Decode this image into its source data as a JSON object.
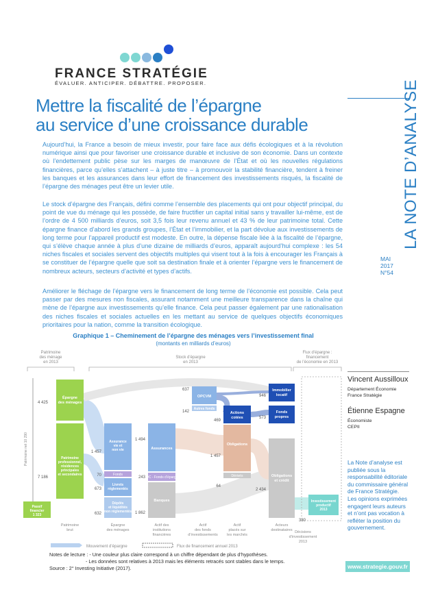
{
  "header": {
    "brand": "FRANCE STRATÉGIE",
    "tagline": "ÉVALUER. ANTICIPER. DÉBATTRE. PROPOSER."
  },
  "title": {
    "line1": "Mettre la fiscalité de l’épargne",
    "line2": "au service d’une croissance durable"
  },
  "body": {
    "p1": "Aujourd’hui, la France a besoin de mieux investir, pour faire face aux défis écologiques et à la révolution numérique ainsi que pour favoriser une croissance durable et inclusive de son économie. Dans un contexte où l’endettement public pèse sur les marges de manœuvre de l’État et où les nouvelles régulations financières, parce qu’elles s’attachent – à juste titre – à promouvoir la stabilité financière, tendent à freiner les banques et les assurances dans leur effort de financement des investissements risqués, la fiscalité de l’épargne des ménages peut être un levier utile.",
    "p2": "Le stock d’épargne des Français, défini comme l’ensemble des placements qui ont pour objectif principal, du point de vue du ménage qui les possède, de faire fructifier un capital initial sans y travailler lui-même, est de l’ordre de 4 500 milliards d’euros, soit 3,5 fois leur revenu annuel et 43 % de leur patrimoine total. Cette épargne finance d’abord les grands groupes, l’État et l’immobilier, et la part dévolue aux investissements de long terme pour l’appareil productif est modeste. En outre, la dépense fiscale liée à la fiscalité de l’épargne, qui s’élève chaque année à plus d’une dizaine de milliards d’euros, apparaît aujourd’hui complexe : les 54 niches fiscales et sociales servent des objectifs multiples qui visent tout à la fois à encourager les Français à se constituer de l’épargne quelle que soit sa destination finale et à orienter l’épargne vers le financement de nombreux acteurs, secteurs d’activité et types d’actifs.",
    "p3": "Améliorer le fléchage de l’épargne vers le financement de long terme de l’économie est possible. Cela peut passer par des mesures non fiscales, assurant notamment une meilleure transparence dans la chaîne qui mène de l’épargne aux investissements qu’elle finance. Cela peut passer également par une rationalisation des niches fiscales et sociales actuelles en les mettant au service de quelques objectifs économiques prioritaires pour la nation, comme la transition écologique."
  },
  "sidebar": {
    "vertical": "LA NOTE D’ANALYSE",
    "month": "MAI",
    "year": "2017",
    "number": "N°54",
    "author1": {
      "name": "Vincent Aussilloux",
      "l1": "Département Économie",
      "l2": "France Stratégie"
    },
    "author2": {
      "name": "Étienne Espagne",
      "l1": "Économiste",
      "l2": "CEPII"
    },
    "note": "La Note d’analyse est publiée sous la responsabilité éditoriale du commissaire général de France Stratégie. Les opinions exprimées engagent leurs auteurs et n’ont pas vocation à refléter la position du gouvernement.",
    "website": "www.strategie.gouv.fr"
  },
  "chart_data": {
    "type": "sankey",
    "title": "Graphique 1 – Cheminement de l’épargne des ménages vers l’investissement final",
    "subtitle": "(montants en milliards d’euros)",
    "stage_headers": [
      "Patrimoine des ménage en 2013",
      "Stock d’épargne en 2013",
      "Flux d’épargne : financement de l’économie en 2013"
    ],
    "nodes": [
      {
        "label": "Épargne des ménages",
        "value": 4425
      },
      {
        "label": "Patrimoine professionnel, résidences principales et secondaires",
        "value": 7186
      },
      {
        "label": "Passif financier",
        "value": 1323
      },
      {
        "label": "Assurance vie et non vie",
        "value": 1457
      },
      {
        "label": "Livrets réglementés",
        "value": 673
      },
      {
        "label": "Dépôts et liquidités non réglementés",
        "value": 632
      },
      {
        "label": "Assurances",
        "value": 1494
      },
      {
        "label": "Banques",
        "value": 1862
      },
      {
        "label": "OPCVM",
        "value": 637
      },
      {
        "label": "Autres fonds",
        "value": 142
      },
      {
        "label": "Actions cotées"
      },
      {
        "label": "Obligations",
        "value": 1457
      },
      {
        "label": "Dérivés"
      },
      {
        "label": "Immobilier locatif",
        "value": 946
      },
      {
        "label": "Fonds propres",
        "value": 573
      },
      {
        "label": "Obligations et crédit",
        "value": 2434
      },
      {
        "label": "Investissement productif 2013",
        "value": 380
      }
    ],
    "other_values": [
      70,
      243,
      1494,
      64,
      673,
      632,
      1862
    ],
    "bars_labels": [
      "Fonds",
      "CDC - Fonds d’épargne"
    ],
    "patrimoine_total_label": "Patrimoine net 10 290",
    "column_labels": [
      "Patrimoine brut",
      "Épargne des ménages",
      "Actif des institutions financières",
      "Actif des fonds d’investissements",
      "Actif placés sur les marchés",
      "Acteurs destinataires",
      "Décisions d’investissement 2013"
    ],
    "legend": [
      "Mouvement d’épargne",
      "Flux de financement annuel 2013"
    ],
    "colors": {
      "green": "#9cd34e",
      "blue": "#8bb4e6",
      "darkblue": "#1f4fb4",
      "gray": "#c9c9c9",
      "purple": "#b6a3dc",
      "teal": "#78d6cf"
    }
  },
  "notes": {
    "n1": "Notes de lecture : - Une couleur plus claire correspond à un chiffre dépendant de plus d’hypothèses.",
    "n2": "- Les données sont relatives à 2013 mais les éléments retracés sont stables dans le temps.",
    "n3": "Source : 2° Investing Initiative (2017)."
  }
}
